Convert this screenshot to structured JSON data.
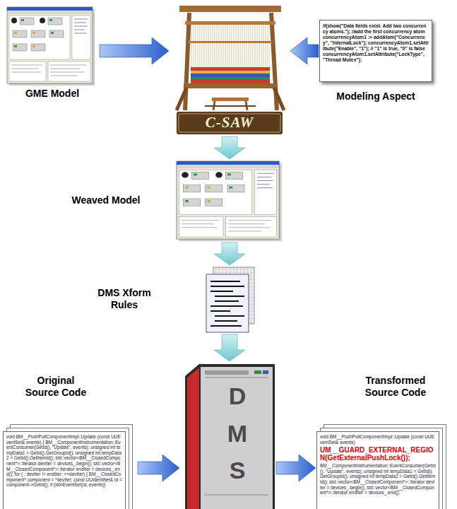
{
  "diagram": {
    "nodes": [
      {
        "text": [
          "GME Model"
        ]
      },
      {
        "text": [
          "C-SAW"
        ]
      },
      {
        "text": [
          "Modeling Aspect",
          "if(show(\"Data fields exist. Add two concurrency atoms.\"); //add the first concurrency atom concurrencyAtom1 := addAtom(\"Concurrency\", \"InternalLock\"); concurrencyAtom1.setAttribute(\"Enable\", \"1\"); // \"1\" is true, \"0\" is false concurrencyAtom1.setAttribute(\"LockType\", \"Thread Mutex\");"
        ]
      },
      {
        "text": [
          "Weaved Model"
        ]
      },
      {
        "text": [
          "DMS Xform Rules"
        ]
      },
      {
        "text": [
          "Original Source Code",
          "void BM__PushPullComponentImpl::Update (const UUEventSet& events) { BM__ComponentInstrumentation::EventConsumer(GetId(), \"Update\", events); unsigned int tempData1 = GetId().GetGroupId(); unsigned int tempData2 = GetId().GetItemId(); std::vector<BM__ClosedComponent*>::iterator devIter = devices_.begin(); std::vector<BM__ClosedComponent*>::iterator endIter = devices_.end(); for ( ; devIter != endIter; ++devIter) { BM__ClosedComponent* component = *devIter; const UUIdentifier& id = component->GetId(); if (idInEventSet(id, events))"
        ]
      },
      {
        "text": [
          "DMS"
        ]
      },
      {
        "text": [
          "Transformed Source Code",
          "void BM__PushPullComponentImpl::Update (const UUEventSet& events)",
          "UM__GUARD_EXTERNAL_REGION(GetExternalPushLock());",
          "BM__ComponentInstrumentation::EventConsumer(GetId(), \"Update\", events); unsigned int tempData1 = GetId().GetGroupId(); unsigned int tempData2 = GetId().GetItemId(); std::vector<BM__ClosedComponent*>::iterator devIter = devices_.begin(); std::vector<BM__ClosedComponent*>::iterator endIter = devices_.end();"
        ]
      }
    ],
    "edges": [
      {
        "from": 0,
        "to": 1,
        "arrow": "to"
      },
      {
        "from": 2,
        "to": 1,
        "arrow": "to"
      },
      {
        "from": 1,
        "to": 3,
        "arrow": "to"
      },
      {
        "from": 3,
        "to": 4,
        "arrow": "to"
      },
      {
        "from": 4,
        "to": 6,
        "arrow": "to"
      },
      {
        "from": 5,
        "to": 6,
        "arrow": "to"
      },
      {
        "from": 6,
        "to": 7,
        "arrow": "to"
      }
    ]
  }
}
